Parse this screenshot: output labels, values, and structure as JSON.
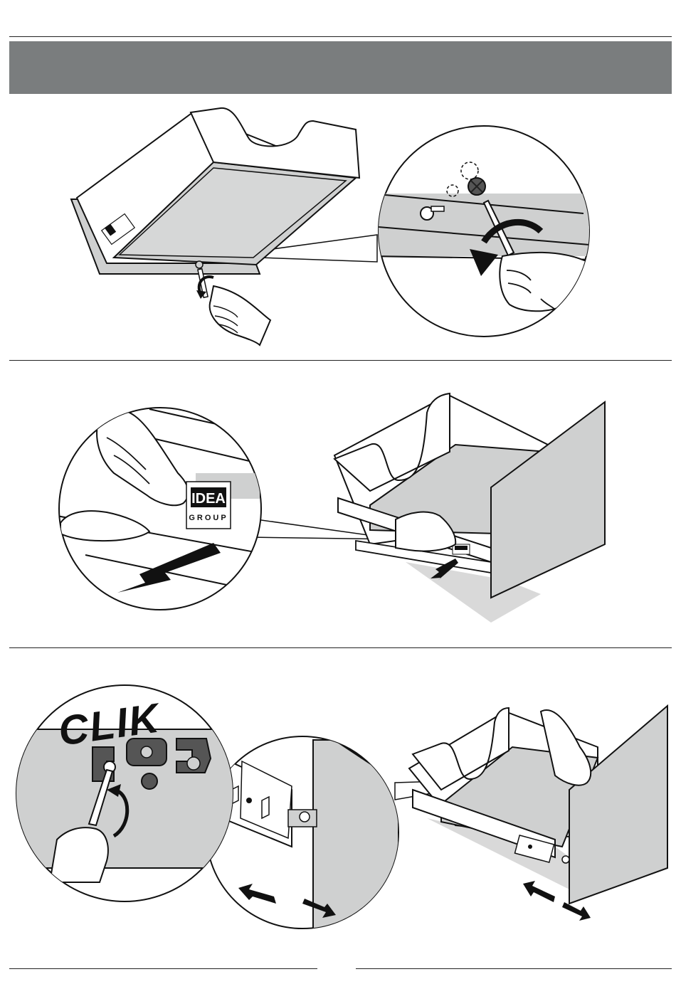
{
  "colors": {
    "header_band": "#7a7d7e",
    "panel_gray": "#cfd0d0",
    "board_white": "#ffffff",
    "ink": "#111111",
    "shadow": "#d9d9d9"
  },
  "steps": [
    {
      "id": "step-1",
      "icons": [
        "screwdriver-icon",
        "rotate-arrow-icon",
        "cam-screw-icon"
      ]
    },
    {
      "id": "step-2",
      "logo": {
        "line1": "IDEA",
        "line2": "GROUP"
      },
      "icons": [
        "hand-icon",
        "pull-arrow-icon"
      ]
    },
    {
      "id": "step-3",
      "sound_text": "CLIK",
      "icons": [
        "screwdriver-icon",
        "rotate-arrow-icon",
        "adjust-arrows-icon",
        "drawer-bracket-icon"
      ]
    }
  ]
}
